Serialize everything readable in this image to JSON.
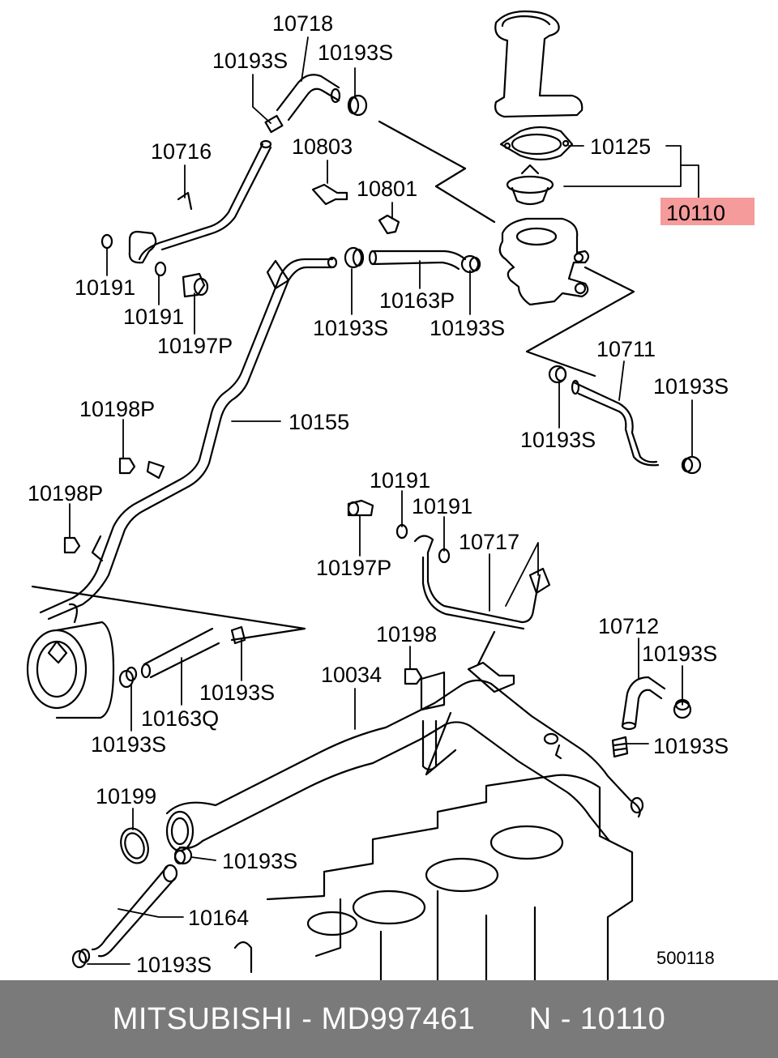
{
  "labels": {
    "l10718": "10718",
    "l10193s_a": "10193S",
    "l10193s_b": "10193S",
    "l10716": "10716",
    "l10803": "10803",
    "l10125": "10125",
    "l10110": "10110",
    "l10801": "10801",
    "l10191_a": "10191",
    "l10191_b": "10191",
    "l10197p_a": "10197P",
    "l10163p": "10163P",
    "l10193s_c": "10193S",
    "l10193s_d": "10193S",
    "l10711": "10711",
    "l10193s_e": "10193S",
    "l10193s_f": "10193S",
    "l10198p_a": "10198P",
    "l10155": "10155",
    "l10198p_b": "10198P",
    "l10191_c": "10191",
    "l10191_d": "10191",
    "l10717": "10717",
    "l10197p_b": "10197P",
    "l10712": "10712",
    "l10193s_g": "10193S",
    "l10198": "10198",
    "l10034": "10034",
    "l10193s_h": "10193S",
    "l10163q": "10163Q",
    "l10193s_i": "10193S",
    "l10193s_j": "10193S",
    "l10199": "10199",
    "l10193s_k": "10193S",
    "l10164": "10164",
    "l10193s_l": "10193S",
    "diagram_code": "500118"
  },
  "highlight_color": "#f59b9b",
  "footer": {
    "brand_part": "MITSUBISHI - MD997461",
    "ref": "N - 10110"
  }
}
